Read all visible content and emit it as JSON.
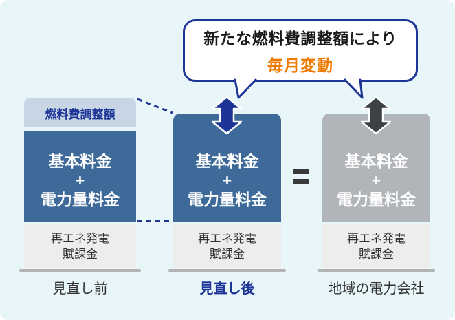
{
  "bubble": {
    "line1": "新たな燃料費調整額により",
    "line2": "毎月変動"
  },
  "columns": [
    {
      "badge": "燃料費調整額",
      "main_line1": "基本料金",
      "main_line2": "+",
      "main_line3": "電力量料金",
      "sub_line1": "再エネ発電",
      "sub_line2": "賦課金",
      "label": "見直し前"
    },
    {
      "main_line1": "基本料金",
      "main_line2": "+",
      "main_line3": "電力量料金",
      "sub_line1": "再エネ発電",
      "sub_line2": "賦課金",
      "label": "見直し後"
    },
    {
      "main_line1": "基本料金",
      "main_line2": "+",
      "main_line3": "電力量料金",
      "sub_line1": "再エネ発電",
      "sub_line2": "賦課金",
      "label": "地域の電力会社"
    }
  ],
  "equals_symbol": "=",
  "colors": {
    "navy": "#1d3596",
    "steel_blue": "#3e6a99",
    "badge_blue": "#c7d5e4",
    "orange": "#ef7a00",
    "gray_box": "#b1b5b9",
    "dark_arrow": "#3d4145",
    "light_gray": "#ededed",
    "baseline_gray": "#b3b3b3",
    "background": "#e8f5f9",
    "text_dark": "#333333",
    "equals_dark": "#3a3a3a",
    "white": "#ffffff"
  }
}
